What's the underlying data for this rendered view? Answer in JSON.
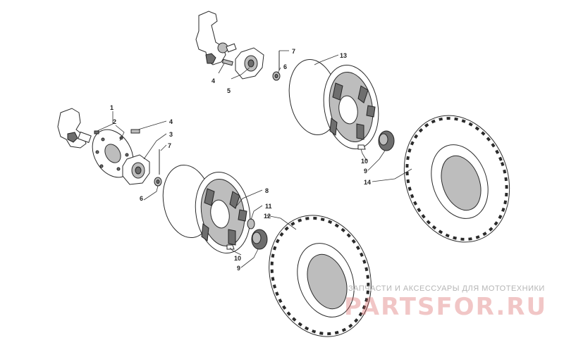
{
  "watermark": {
    "caption": "ЗАПЧАСТИ И АКСЕССУАРЫ ДЛЯ МОТОТЕХНИКИ",
    "logo": "PARTSFOR.RU"
  },
  "callouts": [
    {
      "id": "c1",
      "label": "1"
    },
    {
      "id": "c2",
      "label": "2"
    },
    {
      "id": "c3",
      "label": "3"
    },
    {
      "id": "c4a",
      "label": "4"
    },
    {
      "id": "c4b",
      "label": "4"
    },
    {
      "id": "c5",
      "label": "5"
    },
    {
      "id": "c6a",
      "label": "6"
    },
    {
      "id": "c6b",
      "label": "6"
    },
    {
      "id": "c7a",
      "label": "7"
    },
    {
      "id": "c7b",
      "label": "7"
    },
    {
      "id": "c8",
      "label": "8"
    },
    {
      "id": "c9a",
      "label": "9"
    },
    {
      "id": "c9b",
      "label": "9"
    },
    {
      "id": "c10a",
      "label": "10"
    },
    {
      "id": "c10b",
      "label": "10"
    },
    {
      "id": "c11",
      "label": "11"
    },
    {
      "id": "c12",
      "label": "12"
    },
    {
      "id": "c13",
      "label": "13"
    },
    {
      "id": "c14",
      "label": "14"
    }
  ]
}
